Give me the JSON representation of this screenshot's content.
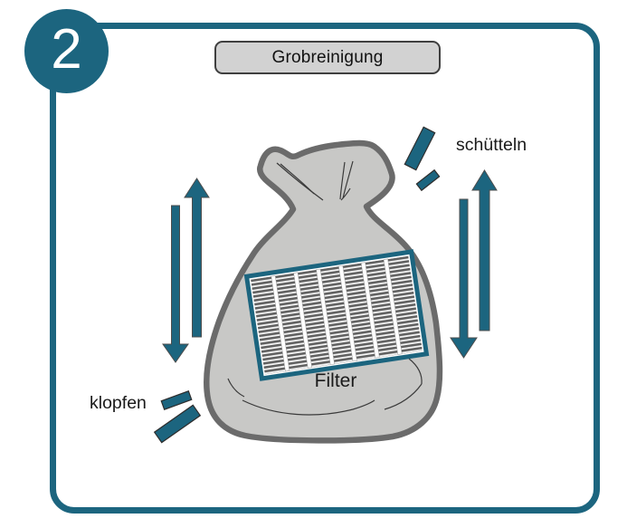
{
  "step": {
    "number": "2"
  },
  "title": {
    "label": "Grobreinigung"
  },
  "labels": {
    "shake": "schütteln",
    "knock": "klopfen",
    "filter": "Filter"
  },
  "icons": {
    "step_badge": "step-number-circle",
    "bag": "plastic-bag",
    "filter_panel": "pleated-filter-grid",
    "left_arrows": "up-down-arrow-pair",
    "right_arrows": "up-down-arrow-pair",
    "shake_marks": "motion-dash-marks",
    "knock_marks": "motion-dash-marks"
  },
  "colors": {
    "accent_teal": "#1c657f",
    "frame_border": "#1c657f",
    "bag_fill": "#c8c8c6",
    "bag_outline": "#6b6b6b",
    "title_bg": "#d2d2d2",
    "title_border": "#3f3f3f",
    "pleat_dark": "#616161",
    "pleat_light": "#f7f7f7",
    "label_text": "#1a1a1a"
  }
}
